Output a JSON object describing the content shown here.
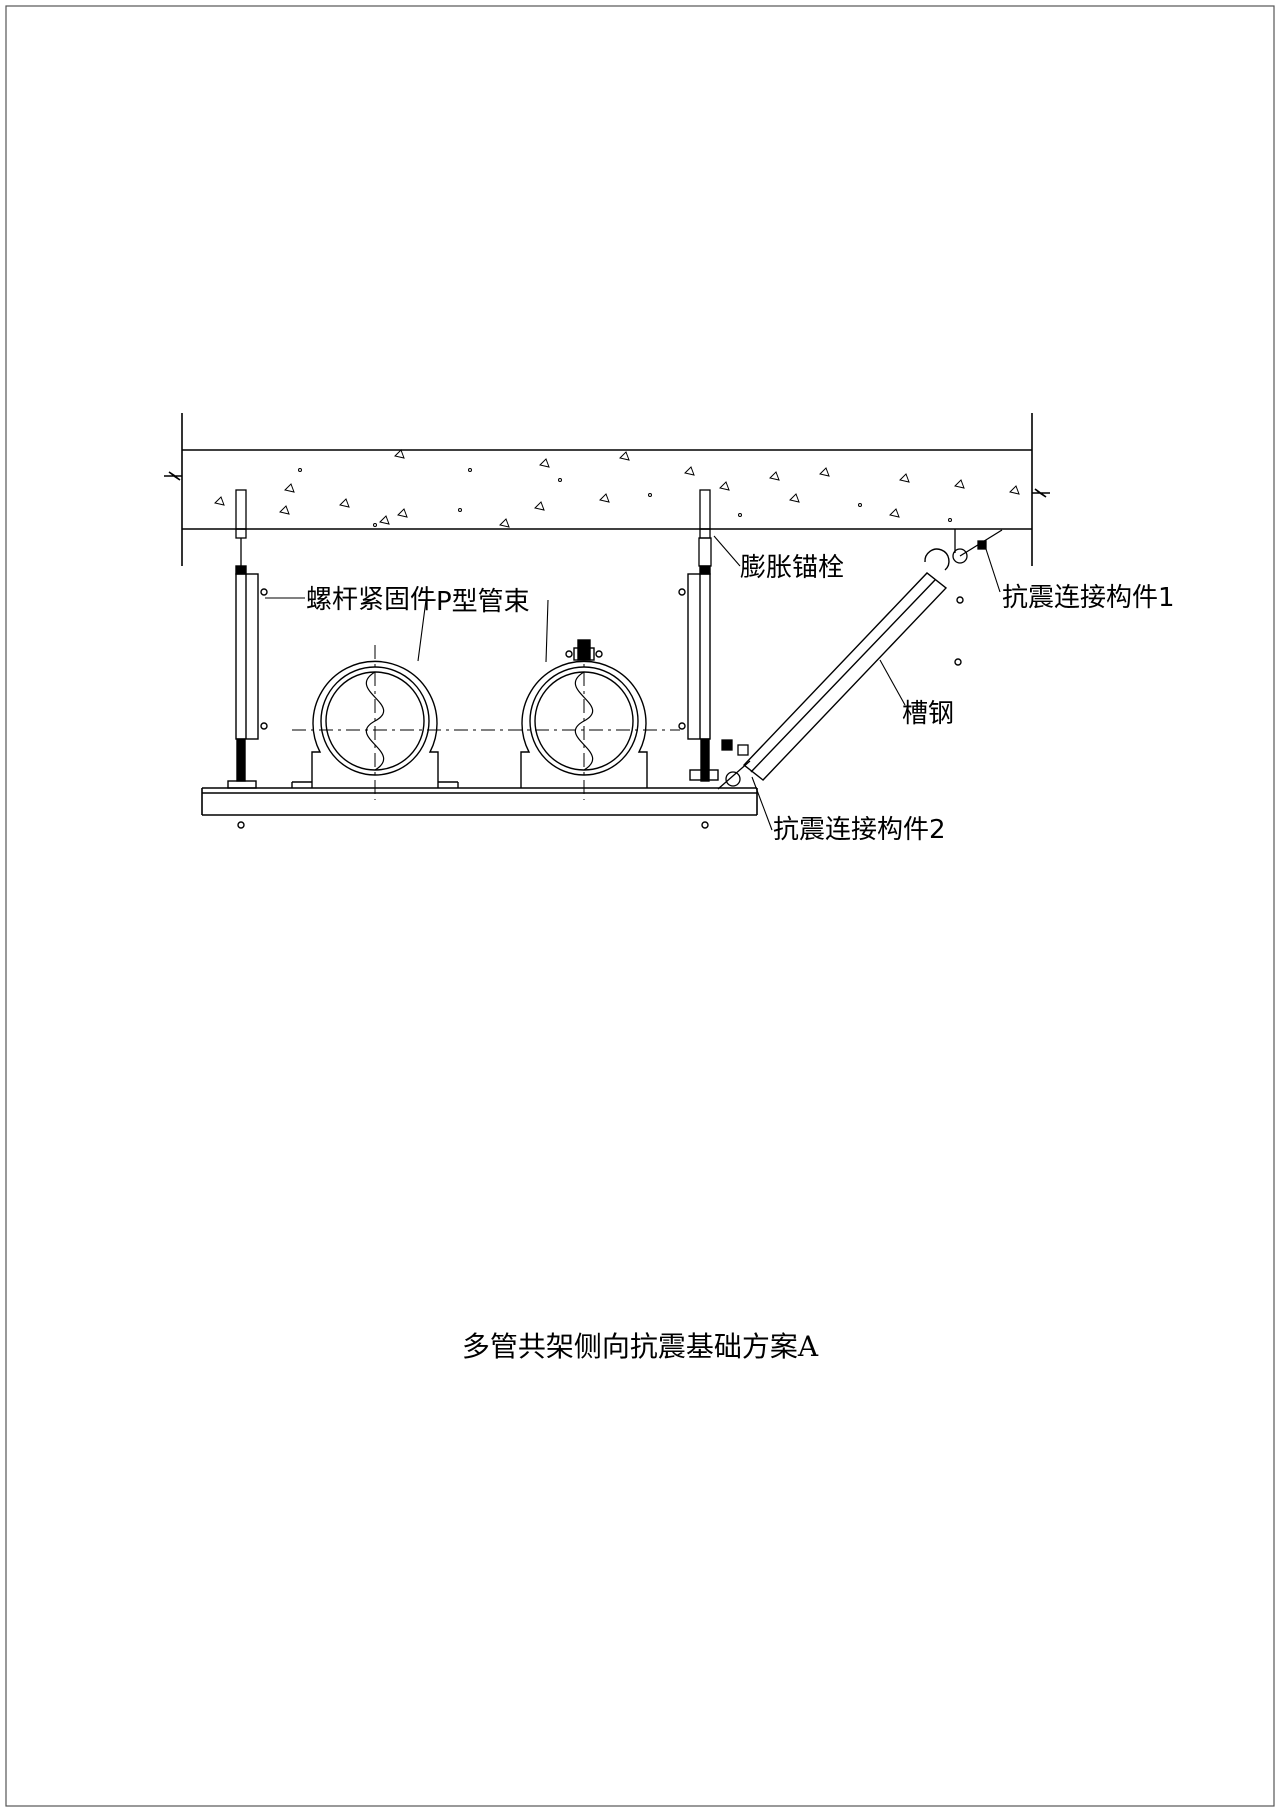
{
  "labels": {
    "rod_fastener": "螺杆紧固件",
    "p_clamp": "P型管束",
    "anchor_bolt": "膨胀锚栓",
    "seismic_connector_1": "抗震连接构件1",
    "channel_steel": "槽钢",
    "seismic_connector_2": "抗震连接构件2"
  },
  "caption": "多管共架侧向抗震基础方案A"
}
